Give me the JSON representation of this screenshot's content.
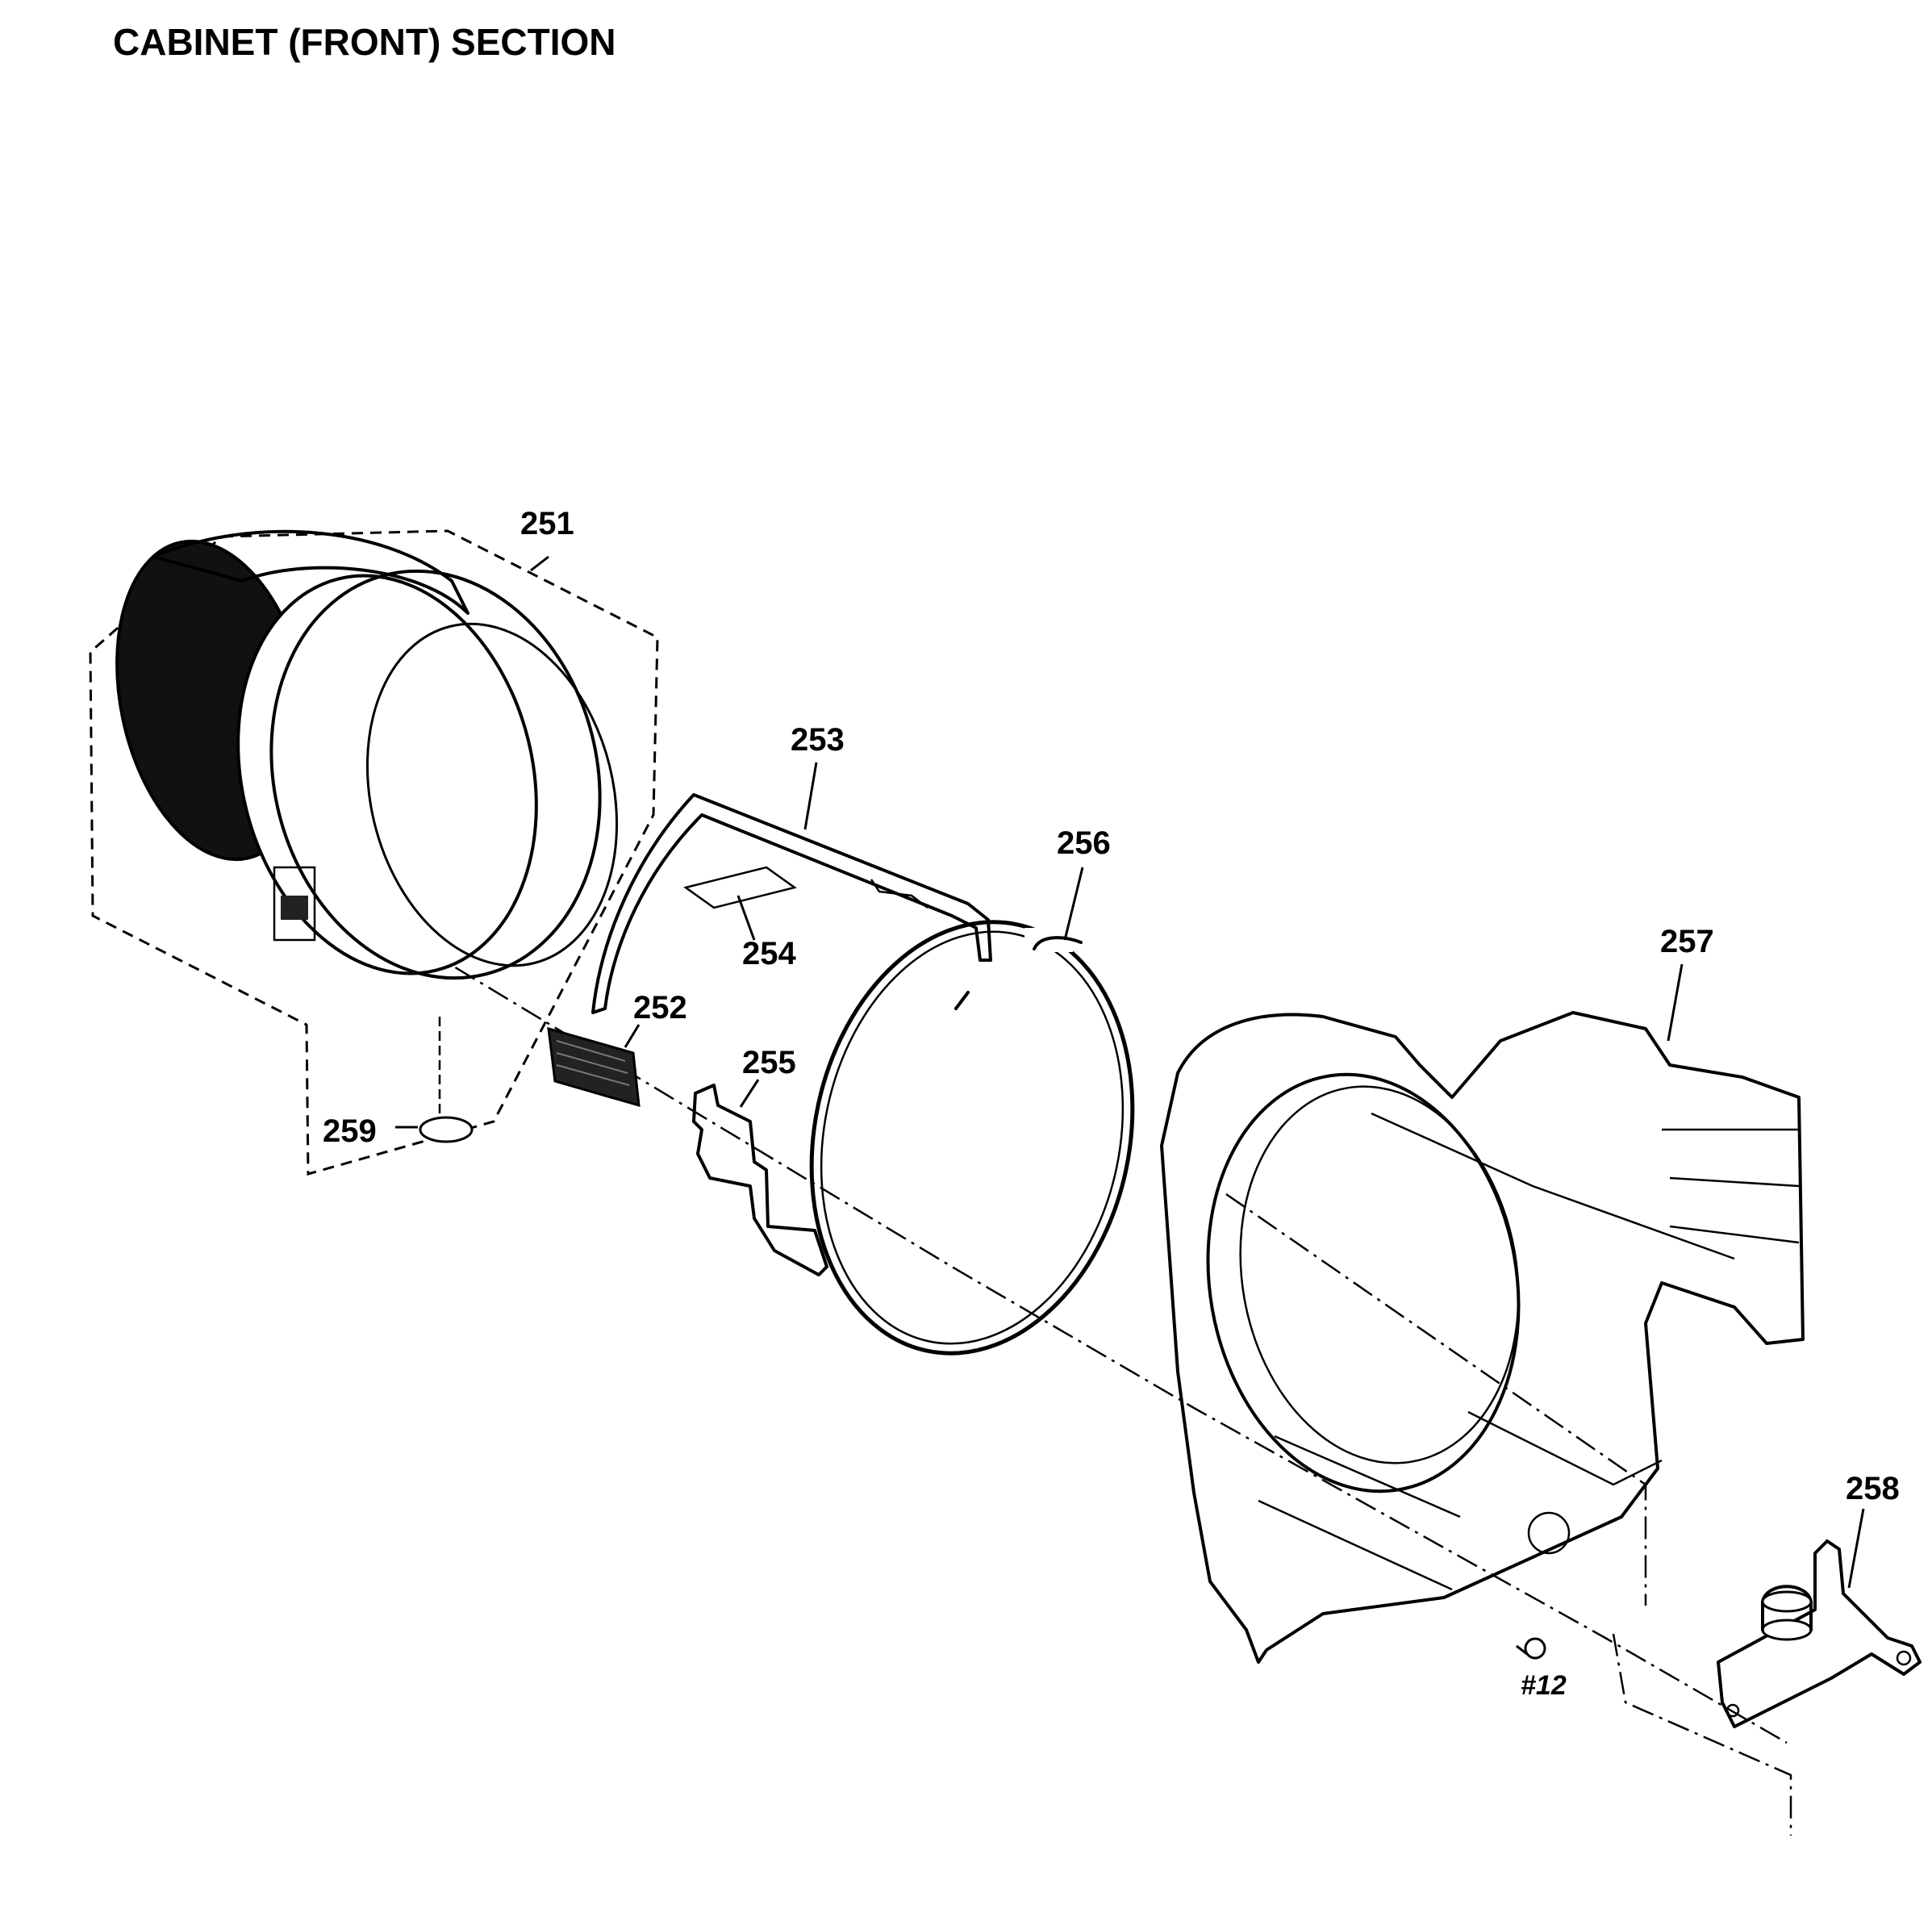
{
  "title": "CABINET (FRONT) SECTION",
  "callouts": {
    "p251": "251",
    "p252": "252",
    "p253": "253",
    "p254": "254",
    "p255": "255",
    "p256": "256",
    "p257": "257",
    "p258": "258",
    "p259": "259"
  },
  "screw": "#12"
}
